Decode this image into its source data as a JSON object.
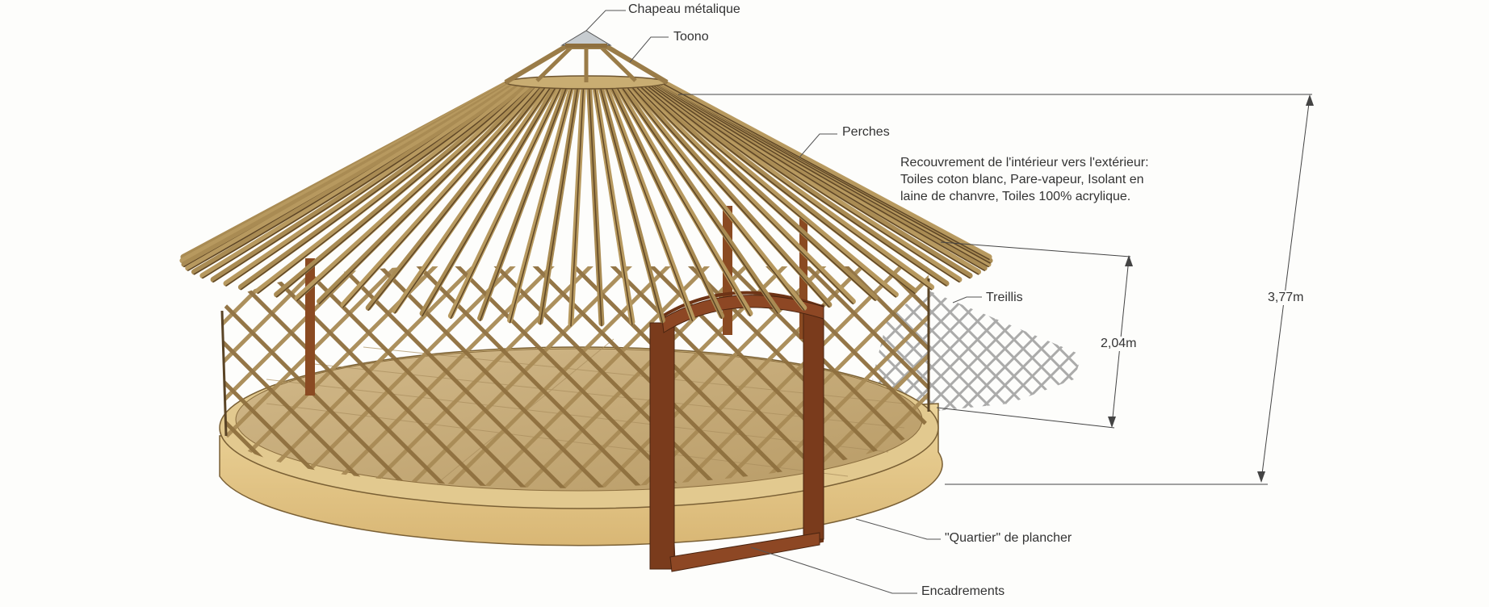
{
  "labels": {
    "chapeau": "Chapeau métalique",
    "toono": "Toono",
    "perches": "Perches",
    "treillis": "Treillis",
    "quartier": "\"Quartier\" de plancher",
    "encadrements": "Encadrements"
  },
  "note": {
    "line1": "Recouvrement de l'intérieur vers l'extérieur:",
    "line2": "Toiles coton blanc, Pare-vapeur, Isolant en",
    "line3": "laine de chanvre, Toiles 100% acrylique."
  },
  "dimensions": {
    "wall_height": "2,04m",
    "total_height": "3,77m"
  },
  "colors": {
    "wood_light": "#c9b27a",
    "wood_dark": "#8a6a3a",
    "door": "#7a3b1c",
    "floor": "#d8c08a",
    "base": "#e3c88a",
    "shadow": "#9a9a9a"
  }
}
